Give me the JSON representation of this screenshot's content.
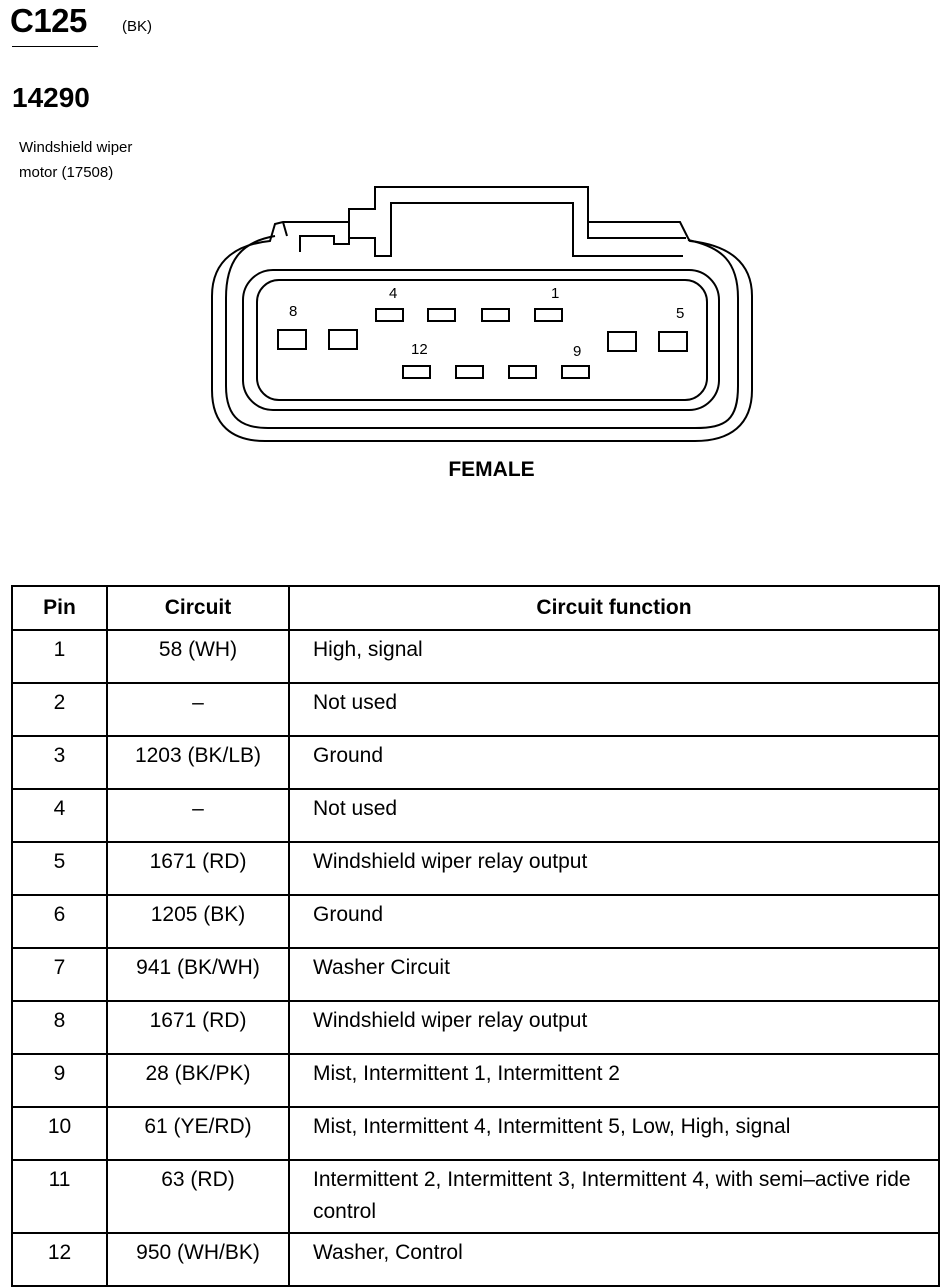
{
  "connector": {
    "id": "C125",
    "color": "(BK)",
    "part_number": "14290",
    "component_line1": "Windshield wiper",
    "component_line2": "motor (17508)",
    "gender": "FEMALE",
    "pin_labels": [
      {
        "text": "8"
      },
      {
        "text": "4"
      },
      {
        "text": "1"
      },
      {
        "text": "5"
      },
      {
        "text": "12"
      },
      {
        "text": "9"
      }
    ]
  },
  "table": {
    "headers": [
      "Pin",
      "Circuit",
      "Circuit function"
    ],
    "rows": [
      [
        "1",
        "58 (WH)",
        "High, signal"
      ],
      [
        "2",
        "–",
        "Not used"
      ],
      [
        "3",
        "1203 (BK/LB)",
        "Ground"
      ],
      [
        "4",
        "–",
        "Not used"
      ],
      [
        "5",
        "1671 (RD)",
        "Windshield wiper relay output"
      ],
      [
        "6",
        "1205 (BK)",
        "Ground"
      ],
      [
        "7",
        "941 (BK/WH)",
        "Washer Circuit"
      ],
      [
        "8",
        "1671 (RD)",
        "Windshield wiper relay output"
      ],
      [
        "9",
        "28 (BK/PK)",
        "Mist, Intermittent 1, Intermittent 2"
      ],
      [
        "10",
        "61 (YE/RD)",
        "Mist, Intermittent 4, Intermittent 5, Low, High, signal"
      ],
      [
        "11",
        "63 (RD)",
        "Intermittent 2, Intermittent 3, Intermittent 4, with semi–active ride control"
      ],
      [
        "12",
        "950 (WH/BK)",
        "Washer, Control"
      ]
    ]
  }
}
